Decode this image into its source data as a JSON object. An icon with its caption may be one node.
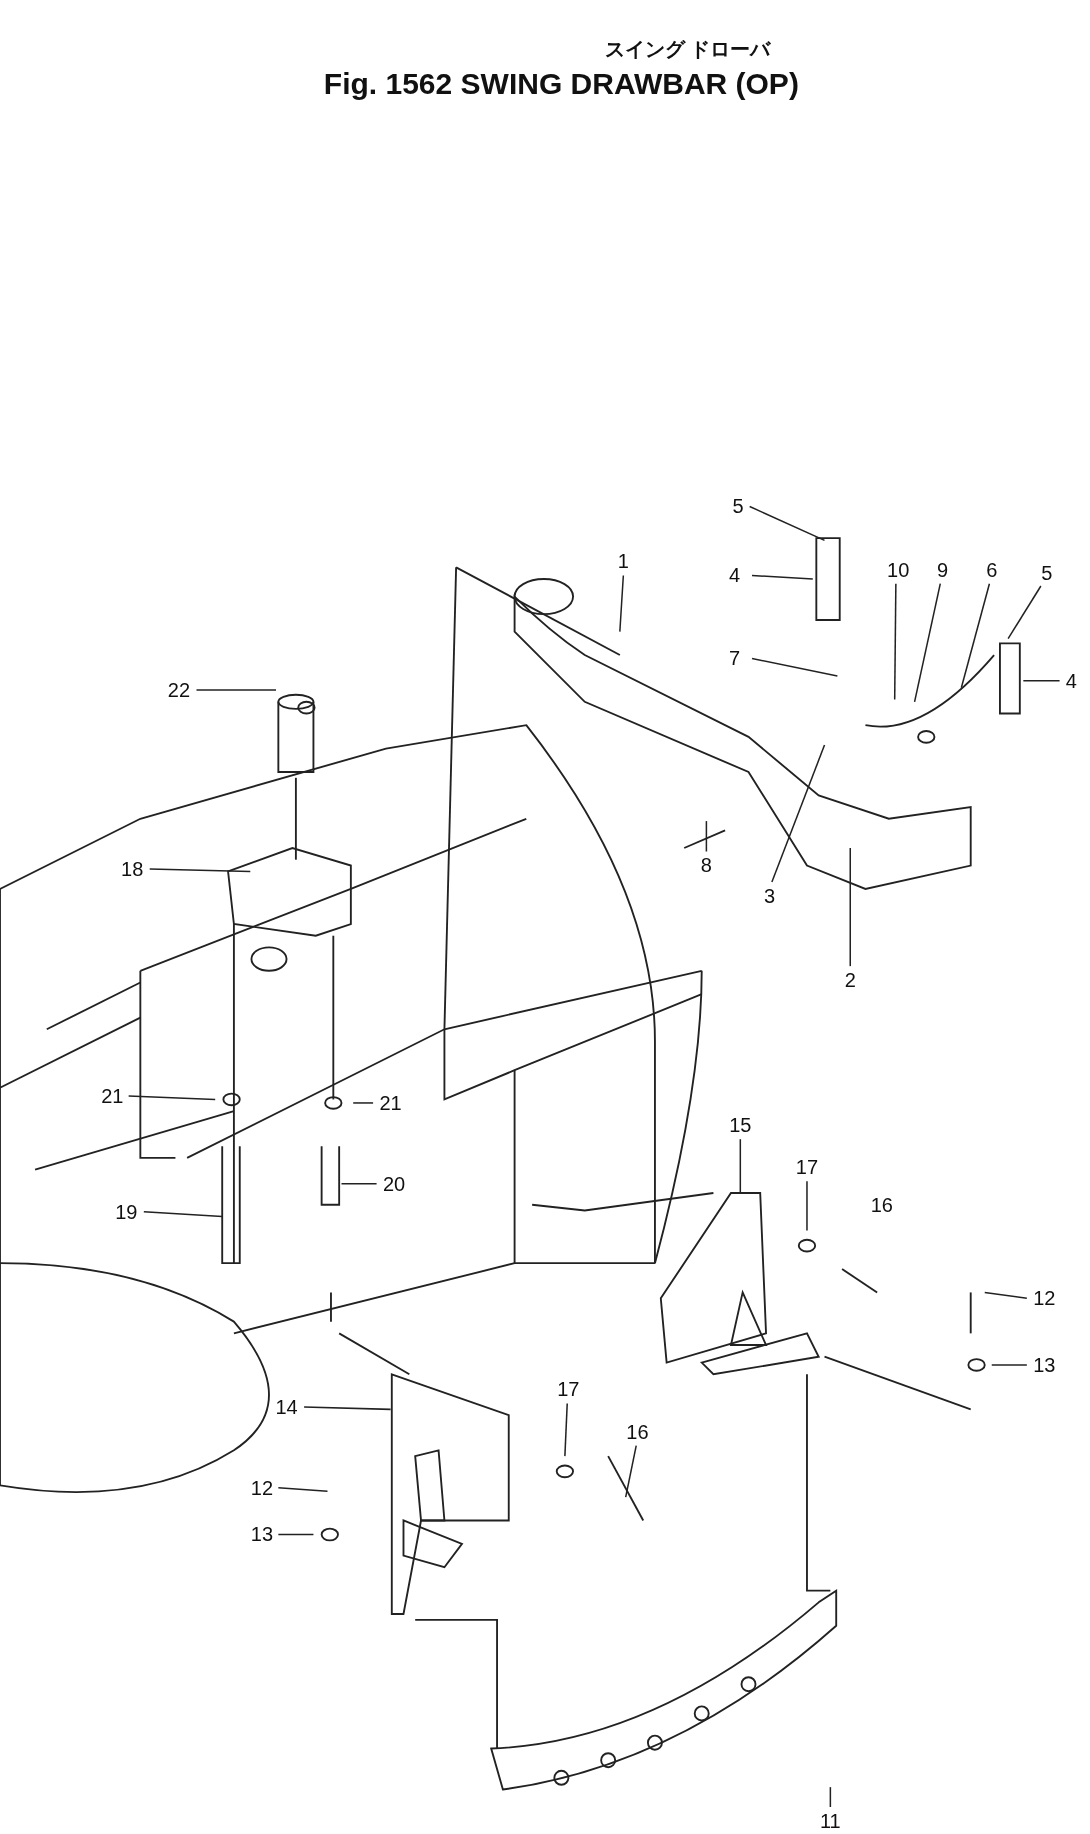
{
  "diagram": {
    "title": "Fig. 1562 SWING DRAWBAR (OP)",
    "nodes": [
      {
        "text": [
          "5"
        ]
      },
      {
        "text": [
          "4"
        ]
      },
      {
        "text": [
          "10"
        ]
      },
      {
        "text": [
          "9"
        ]
      },
      {
        "text": [
          "6"
        ]
      },
      {
        "text": [
          "5"
        ]
      },
      {
        "text": [
          "4"
        ]
      },
      {
        "text": [
          "22"
        ]
      },
      {
        "text": [
          "7"
        ]
      },
      {
        "text": [
          "1"
        ]
      },
      {
        "text": [
          "8"
        ]
      },
      {
        "text": [
          "3"
        ]
      },
      {
        "text": [
          "2"
        ]
      },
      {
        "text": [
          "18"
        ]
      },
      {
        "text": [
          "21"
        ]
      },
      {
        "text": [
          "21"
        ]
      },
      {
        "text": [
          "15"
        ]
      },
      {
        "text": [
          "17"
        ]
      },
      {
        "text": [
          "12"
        ]
      },
      {
        "text": [
          "13"
        ]
      },
      {
        "text": [
          "19"
        ]
      },
      {
        "text": [
          "20"
        ]
      },
      {
        "text": [
          "14"
        ]
      },
      {
        "text": [
          "17"
        ]
      },
      {
        "text": [
          "16"
        ]
      },
      {
        "text": [
          "12"
        ]
      },
      {
        "text": [
          "13"
        ]
      },
      {
        "text": [
          "11"
        ]
      }
    ],
    "edges": [
      {
        "from": 0,
        "to": null,
        "arrow": "none"
      },
      {
        "from": 1,
        "to": null,
        "arrow": "none"
      },
      {
        "from": 2,
        "to": null,
        "arrow": "none"
      },
      {
        "from": 3,
        "to": null,
        "arrow": "none"
      },
      {
        "from": 4,
        "to": null,
        "arrow": "none"
      },
      {
        "from": 5,
        "to": null,
        "arrow": "none"
      },
      {
        "from": 6,
        "to": null,
        "arrow": "none"
      },
      {
        "from": 7,
        "to": null,
        "arrow": "none"
      },
      {
        "from": 8,
        "to": null,
        "arrow": "none"
      },
      {
        "from": 9,
        "to": null,
        "arrow": "none"
      },
      {
        "from": 10,
        "to": null,
        "arrow": "none"
      },
      {
        "from": 11,
        "to": null,
        "arrow": "none"
      },
      {
        "from": 12,
        "to": null,
        "arrow": "none"
      },
      {
        "from": 13,
        "to": null,
        "arrow": "none"
      },
      {
        "from": 14,
        "to": null,
        "arrow": "none"
      },
      {
        "from": 15,
        "to": null,
        "arrow": "none"
      },
      {
        "from": 16,
        "to": null,
        "arrow": "none"
      },
      {
        "from": 17,
        "to": null,
        "arrow": "none"
      },
      {
        "from": 18,
        "to": null,
        "arrow": "none"
      },
      {
        "from": 19,
        "to": null,
        "arrow": "none"
      },
      {
        "from": 20,
        "to": null,
        "arrow": "none"
      },
      {
        "from": 21,
        "to": null,
        "arrow": "none"
      },
      {
        "from": 22,
        "to": null,
        "arrow": "none"
      },
      {
        "from": 23,
        "to": null,
        "arrow": "none"
      },
      {
        "from": 24,
        "to": null,
        "arrow": "none"
      },
      {
        "from": 25,
        "to": null,
        "arrow": "none"
      },
      {
        "from": 26,
        "to": null,
        "arrow": "none"
      },
      {
        "from": 27,
        "to": null,
        "arrow": "none"
      }
    ],
    "labels": [
      "スイング ドローバ",
      "16"
    ]
  }
}
